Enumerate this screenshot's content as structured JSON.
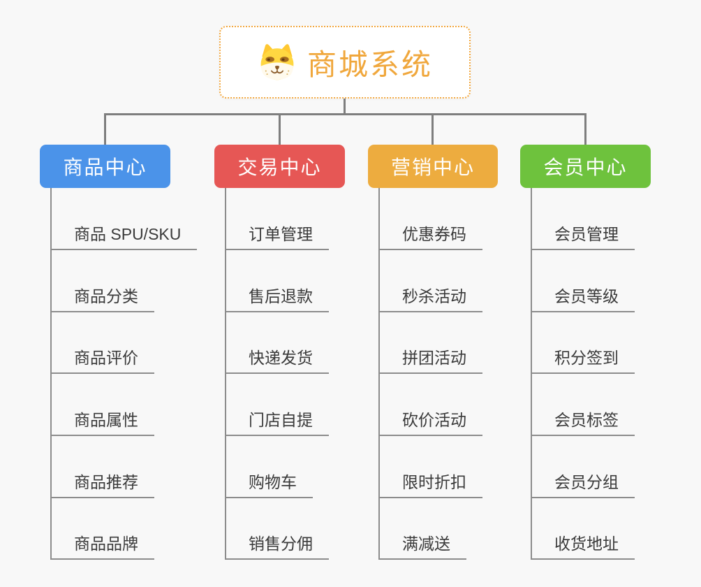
{
  "app": {
    "background_color": "#F8F8F8",
    "connector_color": "#7E7E7E",
    "child_line_color": "#8C8C8C"
  },
  "root": {
    "title": "商城系统",
    "icon": "dog-face-icon",
    "text_color": "#F0A73C",
    "border_color": "#F2A840"
  },
  "branches": [
    {
      "label": "商品中心",
      "color": "#4B93E9",
      "children": [
        "商品 SPU/SKU",
        "商品分类",
        "商品评价",
        "商品属性",
        "商品推荐",
        "商品品牌"
      ]
    },
    {
      "label": "交易中心",
      "color": "#E65755",
      "children": [
        "订单管理",
        "售后退款",
        "快递发货",
        "门店自提",
        "购物车",
        "销售分佣"
      ]
    },
    {
      "label": "营销中心",
      "color": "#EDAC3F",
      "children": [
        "优惠券码",
        "秒杀活动",
        "拼团活动",
        "砍价活动",
        "限时折扣",
        "满减送"
      ]
    },
    {
      "label": "会员中心",
      "color": "#6EC23D",
      "children": [
        "会员管理",
        "会员等级",
        "积分签到",
        "会员标签",
        "会员分组",
        "收货地址"
      ]
    }
  ]
}
